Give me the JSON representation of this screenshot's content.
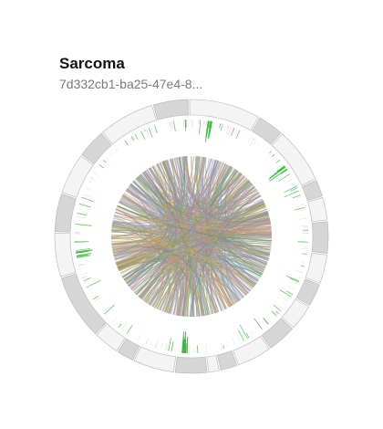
{
  "card": {
    "title": "Sarcoma",
    "subtitle": "7d332cb1-ba25-47e4-8..."
  },
  "colors": {
    "segment_dark": "#d6d6d6",
    "segment_light": "#f4f4f4",
    "segment_stroke": "#b5b5b5",
    "track_mark": "#3dbb3d",
    "link_palette": [
      "#8fa05a",
      "#6d9fbf",
      "#c79a5c",
      "#9b8cc4",
      "#c77b7b",
      "#7fb58d",
      "#a3a3a3",
      "#d1b56a",
      "#6c8c6c",
      "#b58fb0"
    ]
  },
  "icons": {
    "plot": "circos-plot"
  }
}
